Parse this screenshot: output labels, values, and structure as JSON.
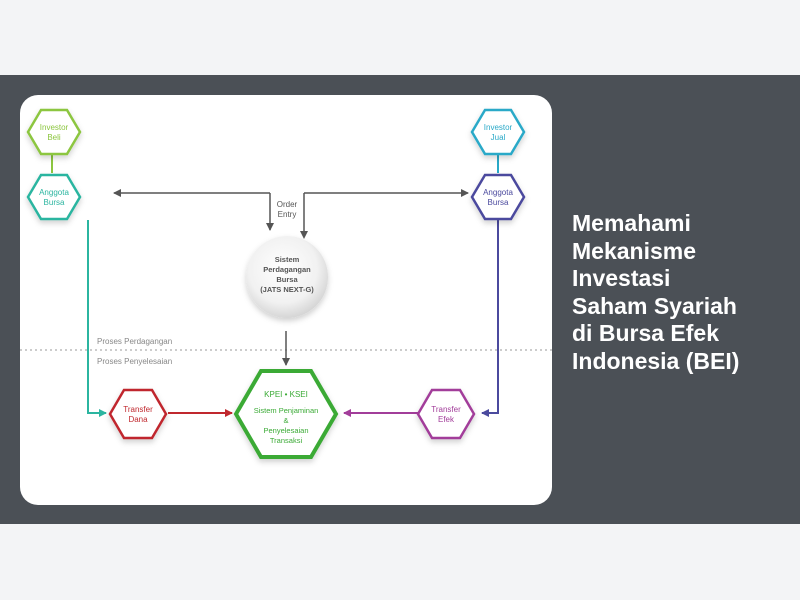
{
  "diagram": {
    "nodes": {
      "investor_beli": [
        "Investor",
        "Beli"
      ],
      "anggota_bursa_left": [
        "Anggota",
        "Bursa"
      ],
      "investor_jual": [
        "Investor",
        "Jual"
      ],
      "anggota_bursa_right": [
        "Anggota",
        "Bursa"
      ],
      "sistem": [
        "Sistem",
        "Perdagangan",
        "Bursa",
        "(JATS NEXT-G)"
      ],
      "transfer_dana": [
        "Transfer",
        "Dana"
      ],
      "transfer_efek": [
        "Transfer",
        "Efek"
      ],
      "kpei_ksei": [
        "KPEI • KSEI",
        "Sistem Penjaminan",
        "&",
        "Penyelesaian",
        "Transaksi"
      ]
    },
    "order_entry": [
      "Order",
      "Entry"
    ],
    "proses_perdagangan": "Proses Perdagangan",
    "proses_penyelesaian": "Proses Penyelesaian"
  },
  "heading_lines": [
    "Memahami",
    "Mekanisme",
    "Investasi",
    "Saham Syariah",
    "di Bursa Efek",
    "Indonesia (BEI)"
  ],
  "colors": {
    "investor_beli": "#8cc63f",
    "anggota_bursa_left": "#2bb5a0",
    "investor_jual": "#29a9c8",
    "anggota_bursa_right": "#4b4a9e",
    "transfer_dana": "#c0282e",
    "transfer_efek": "#a23d9a",
    "kpei": "#3aaa35",
    "arrow": "#555555"
  }
}
